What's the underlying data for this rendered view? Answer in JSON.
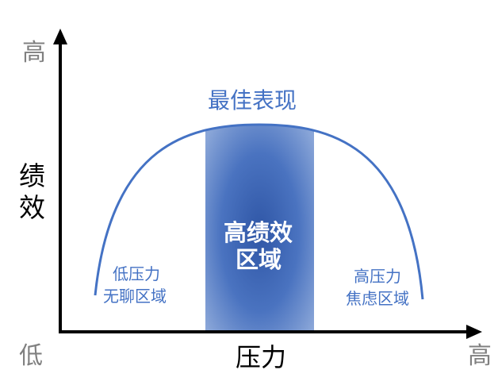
{
  "axes": {
    "y_high": "高",
    "y_label_line1": "绩",
    "y_label_line2": "效",
    "origin_low": "低",
    "x_label": "压力",
    "x_high": "高"
  },
  "peak_label": "最佳表现",
  "zones": {
    "center_line1": "高绩效",
    "center_line2": "区域",
    "left_line1": "低压力",
    "left_line2": "无聊区域",
    "right_line1": "高压力",
    "right_line2": "焦虑区域"
  },
  "colors": {
    "curve": "#4472c4",
    "axis": "#000000",
    "muted_text": "#808080",
    "band_dark": "#2f56a6",
    "band_light": "#7c9bd2"
  }
}
